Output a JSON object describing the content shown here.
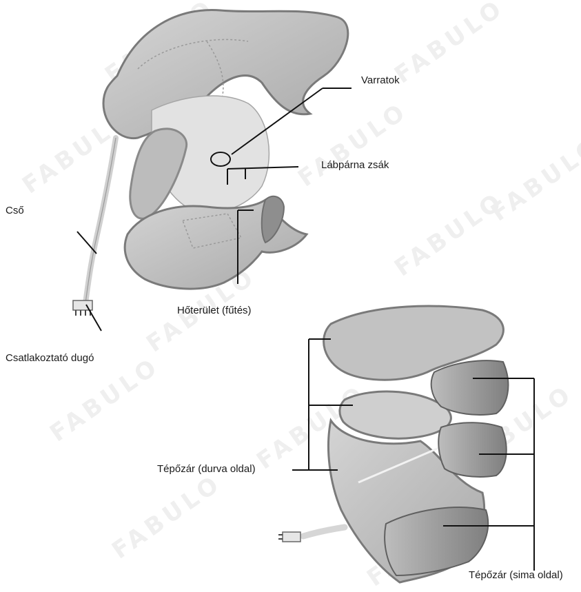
{
  "labels": {
    "varratok": "Varratok",
    "labparna_zsak": "Lábpárna zsák",
    "cso": "Cső",
    "hoterulet": "Hőterület (fűtés)",
    "csatlakoztato_dugo": "Csatlakoztató dugó",
    "tepozar_durva": "Tépőzár (durva oldal)",
    "tepozar_sima": "Tépőzár (sima oldal)"
  },
  "watermark": {
    "text": "FABULO"
  },
  "colors": {
    "fabric_light": "#c9c9c9",
    "fabric_mid": "#b2b2b2",
    "fabric_dark": "#8e8e8e",
    "outline": "#7a7a7a",
    "leader": "#111111",
    "watermark": "#ececec"
  }
}
